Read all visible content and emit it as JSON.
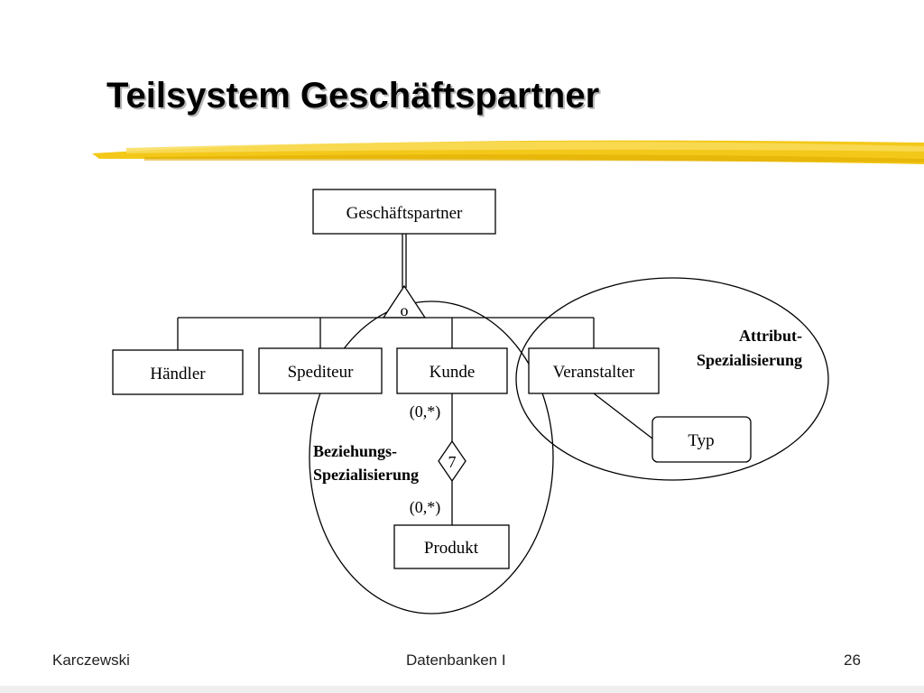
{
  "slide": {
    "title": "Teilsystem Geschäftspartner",
    "accent_color": "#f2c200"
  },
  "diagram": {
    "supertype": "Geschäftspartner",
    "overlap_marker": "o",
    "subtypes": [
      "Händler",
      "Spediteur",
      "Kunde",
      "Veranstalter"
    ],
    "attribute_entity": "Typ",
    "related_entity": "Produkt",
    "relationship_marker": "7",
    "cardinality_upper": "(0,*)",
    "cardinality_lower": "(0,*)",
    "relationship_specialization": {
      "line1": "Beziehungs-",
      "line2": "Spezialisierung"
    },
    "attribute_specialization": {
      "line1": "Attribut-",
      "line2": "Spezialisierung"
    }
  },
  "footer": {
    "author": "Karczewski",
    "course": "Datenbanken I",
    "page": "26"
  }
}
